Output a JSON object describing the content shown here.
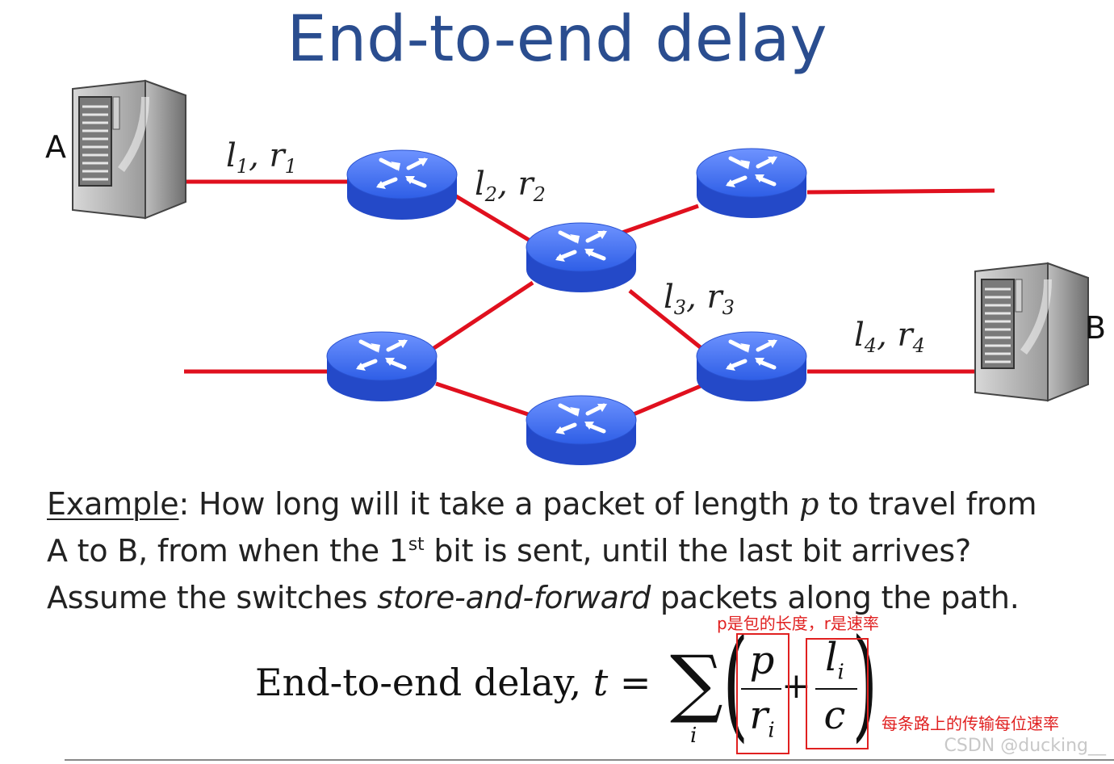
{
  "slide": {
    "title": "End-to-end delay",
    "host_a": "A",
    "host_b": "B"
  },
  "links": [
    {
      "l": "l",
      "l_sub": "1",
      "r": "r",
      "r_sub": "1"
    },
    {
      "l": "l",
      "l_sub": "2",
      "r": "r",
      "r_sub": "2"
    },
    {
      "l": "l",
      "l_sub": "3",
      "r": "r",
      "r_sub": "3"
    },
    {
      "l": "l",
      "l_sub": "4",
      "r": "r",
      "r_sub": "4"
    }
  ],
  "text": {
    "line1_example": "Example",
    "line1_a": ": How long will it take a packet of length ",
    "line1_p": "p",
    "line1_b": " to travel from",
    "line2_a": "A to B, from when the 1",
    "line2_sup": "st",
    "line2_b": " bit is sent, until the last bit arrives?",
    "line3_a": "Assume the switches ",
    "line3_italic": "store-and-forward",
    "line3_b": " packets along the path."
  },
  "formula": {
    "lhs": "End-to-end delay,  ",
    "t": "t",
    "eq": " =",
    "sigma": "∑",
    "sigma_sub": "i",
    "frac1_num": "p",
    "frac1_den": "r",
    "frac1_den_sub": "i",
    "plus": "+",
    "frac2_num": "l",
    "frac2_num_sub": "i",
    "frac2_den": "c"
  },
  "annotations": {
    "note_top": "p是包的长度，r是速率",
    "note_right": "每条路上的传输每位速率"
  },
  "watermark": "CSDN @ducking__",
  "colors": {
    "title": "#2a4d8f",
    "link": "#e0101e",
    "router": "#2f5fe0",
    "annotation": "#e02020"
  }
}
